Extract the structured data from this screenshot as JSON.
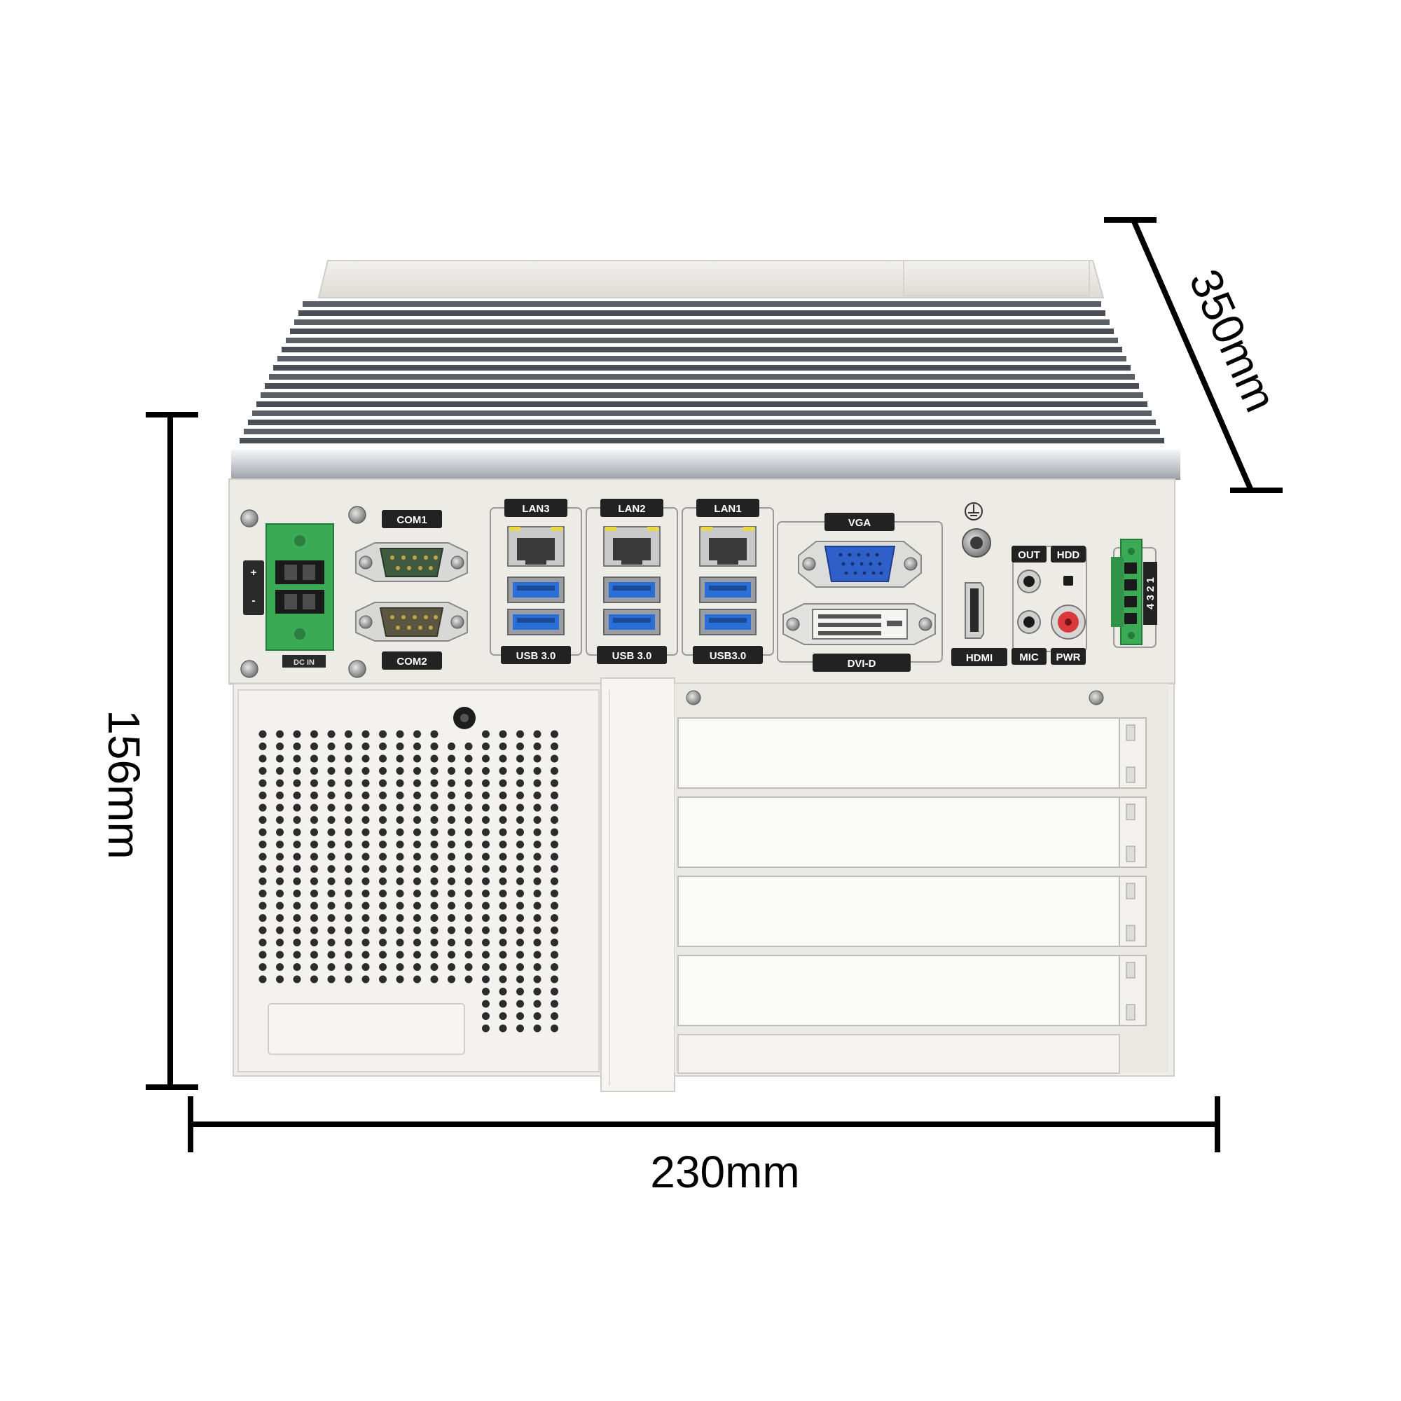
{
  "dimensions": {
    "width": "230mm",
    "height": "156mm",
    "depth": "350mm"
  },
  "ports": {
    "dc_in": "DC IN",
    "dc_plus": "+",
    "dc_minus": "-",
    "com1": "COM1",
    "com2": "COM2",
    "lan3": "LAN3",
    "lan2": "LAN2",
    "lan1": "LAN1",
    "usb_a": "USB 3.0",
    "usb_b": "USB 3.0",
    "usb_c": "USB3.0",
    "vga": "VGA",
    "dvi": "DVI-D",
    "hdmi": "HDMI",
    "out": "OUT",
    "hdd": "HDD",
    "mic": "MIC",
    "pwr": "PWR",
    "terminal_pins": "4 3 2 1"
  },
  "colors": {
    "chassis": "#ecebe6",
    "heatsink": "#4d5158",
    "terminal_green": "#3aaa55",
    "vga_blue": "#2f5fc8",
    "usb_blue": "#2a6fd6",
    "label_bg": "#222222",
    "power_button": "#d9393a"
  }
}
